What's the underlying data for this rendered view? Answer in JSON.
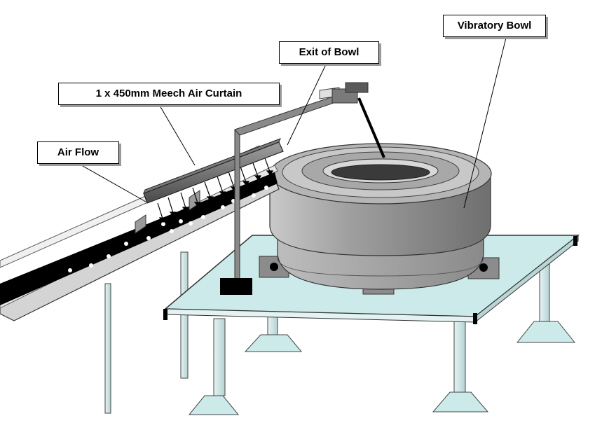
{
  "labels": {
    "vibratory_bowl": "Vibratory Bowl",
    "exit_of_bowl": "Exit of Bowl",
    "air_curtain": "1 x 450mm Meech Air Curtain",
    "air_flow": "Air Flow"
  },
  "colors": {
    "table_top": "#cdeaea",
    "bowl_body": "#a6a6a6",
    "chute": "#d4d4d4",
    "track": "#000000"
  }
}
